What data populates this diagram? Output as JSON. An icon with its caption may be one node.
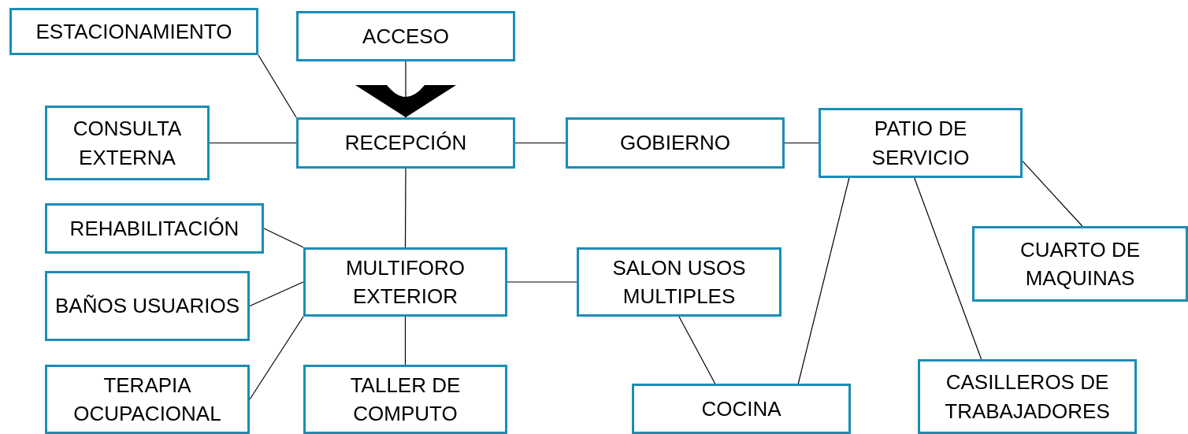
{
  "diagram": {
    "nodes": [
      {
        "text": [
          "ESTACIONAMIENTO"
        ]
      },
      {
        "text": [
          "ACCESO"
        ]
      },
      {
        "text": [
          "CONSULTA EXTERNA"
        ]
      },
      {
        "text": [
          "RECEPCIÓN"
        ]
      },
      {
        "text": [
          "GOBIERNO"
        ]
      },
      {
        "text": [
          "PATIO DE SERVICIO"
        ]
      },
      {
        "text": [
          "REHABILITACIÓN"
        ]
      },
      {
        "text": [
          "MULTIFORO EXTERIOR"
        ]
      },
      {
        "text": [
          "SALON USOS MULTIPLES"
        ]
      },
      {
        "text": [
          "CUARTO DE MAQUINAS"
        ]
      },
      {
        "text": [
          "BAÑOS USUARIOS"
        ]
      },
      {
        "text": [
          "TERAPIA OCUPACIONAL"
        ]
      },
      {
        "text": [
          "TALLER DE COMPUTO"
        ]
      },
      {
        "text": [
          "COCINA"
        ]
      },
      {
        "text": [
          "CASILLEROS DE TRABAJADORES"
        ]
      }
    ],
    "edges": [
      {
        "from": 1,
        "to": 3,
        "arrow": "to"
      },
      {
        "from": 0,
        "to": 3,
        "arrow": "none"
      },
      {
        "from": 2,
        "to": 3,
        "arrow": "none"
      },
      {
        "from": 3,
        "to": 4,
        "arrow": "none"
      },
      {
        "from": 4,
        "to": 5,
        "arrow": "none"
      },
      {
        "from": 3,
        "to": 7,
        "arrow": "none"
      },
      {
        "from": 6,
        "to": 7,
        "arrow": "none"
      },
      {
        "from": 10,
        "to": 7,
        "arrow": "none"
      },
      {
        "from": 11,
        "to": 7,
        "arrow": "none"
      },
      {
        "from": 7,
        "to": 12,
        "arrow": "none"
      },
      {
        "from": 7,
        "to": 8,
        "arrow": "none"
      },
      {
        "from": 8,
        "to": 13,
        "arrow": "none"
      },
      {
        "from": 5,
        "to": 13,
        "arrow": "none"
      },
      {
        "from": 5,
        "to": 14,
        "arrow": "none"
      },
      {
        "from": 5,
        "to": 9,
        "arrow": "none"
      }
    ]
  }
}
